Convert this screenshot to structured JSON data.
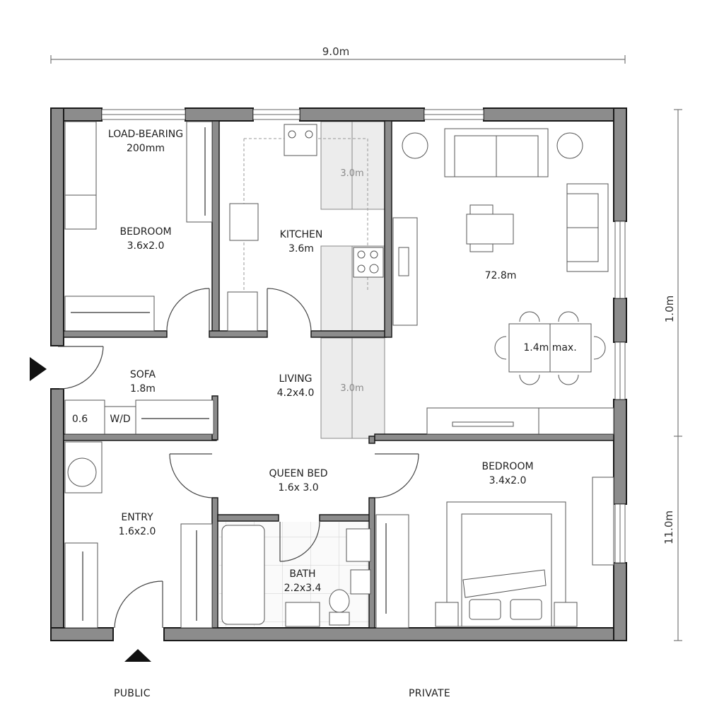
{
  "dimensions": {
    "overall_width": "9.0m",
    "right_upper": "1.0m",
    "right_lower": "11.0m"
  },
  "rooms": {
    "bedroom_nw": {
      "title": "LOAD-BEARING",
      "subtitle": "200mm",
      "name": "BEDROOM",
      "size": "3.6x2.0"
    },
    "kitchen": {
      "name": "KITCHEN",
      "size": "3.6m",
      "counter_dim_top": "3.0m"
    },
    "great_room": {
      "area": "72.8m",
      "table_label": "1.4m max."
    },
    "hall": {
      "name": "SOFA",
      "size": "1.8m",
      "closet_a": "0.6",
      "closet_b": "W/D"
    },
    "living": {
      "name": "LIVING",
      "size": "4.2x4.0",
      "counter_dim": "3.0m"
    },
    "corridor": {
      "name": "QUEEN BED",
      "size": "1.6x 3.0"
    },
    "entry": {
      "name": "ENTRY",
      "size": "1.6x2.0"
    },
    "bath": {
      "name": "BATH",
      "size": "2.2x3.4"
    },
    "bedroom_se": {
      "name": "BEDROOM",
      "size": "3.4x2.0"
    }
  },
  "zones": {
    "left": "PUBLIC",
    "right": "PRIVATE"
  },
  "markers": {
    "west_entry": "entry-arrow-right",
    "south_entry": "entry-arrow-up"
  },
  "colors": {
    "wall": "#8c8c8c",
    "wall_outline": "#1a1a1a",
    "line": "#555555",
    "shade": "#ececec"
  }
}
